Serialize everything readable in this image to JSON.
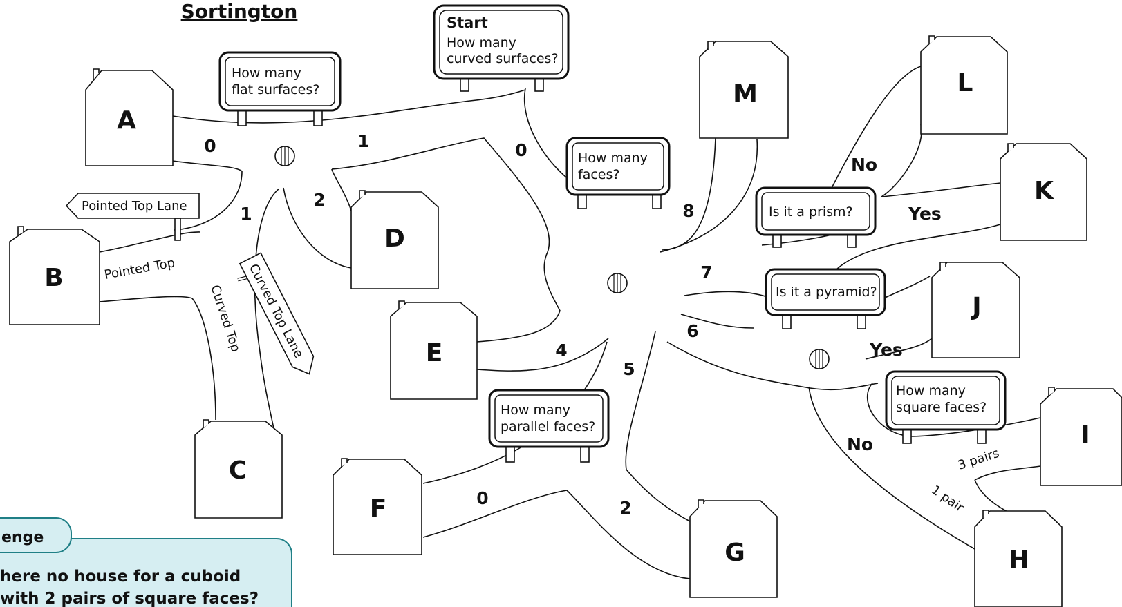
{
  "title": "Sortington",
  "signs": {
    "start_heading": "Start",
    "start_l1": "How many",
    "start_l2": "curved surfaces?",
    "flat_l1": "How many",
    "flat_l2": "flat surfaces?",
    "faces_l1": "How many",
    "faces_l2": "faces?",
    "prism": "Is it a prism?",
    "pyramid": "Is it a pyramid?",
    "parallel_l1": "How many",
    "parallel_l2": "parallel faces?",
    "square_l1": "How many",
    "square_l2": "square faces?"
  },
  "houses": {
    "a": "A",
    "b": "B",
    "c": "C",
    "d": "D",
    "e": "E",
    "f": "F",
    "g": "G",
    "h": "H",
    "i": "I",
    "j": "J",
    "k": "K",
    "l": "L",
    "m": "M"
  },
  "branches": {
    "curved_0": "0",
    "curved_1": "1",
    "flat_0": "0",
    "flat_1": "1",
    "flat_2": "2",
    "faces_8": "8",
    "faces_7": "7",
    "faces_6": "6",
    "faces_5": "5",
    "faces_4": "4",
    "prism_no": "No",
    "prism_yes": "Yes",
    "pyramid_yes": "Yes",
    "pyramid_no": "No",
    "parallel_0": "0",
    "parallel_2": "2",
    "square_3pairs": "3 pairs",
    "square_1pair": "1 pair"
  },
  "streets": {
    "pointed_top_lane": "Pointed Top Lane",
    "pointed_top": "Pointed Top",
    "curved_top": "Curved Top",
    "curved_top_lane": "Curved Top Lane"
  },
  "challenge": {
    "title": "enge",
    "line1": "here no house for a cuboid",
    "line2": "with 2 pairs of square faces?"
  },
  "colors": {
    "challenge_fill": "#d6eef2",
    "challenge_border": "#1f7f86",
    "ink": "#111111"
  },
  "icons": {
    "junction": "striped-circle-icon"
  }
}
